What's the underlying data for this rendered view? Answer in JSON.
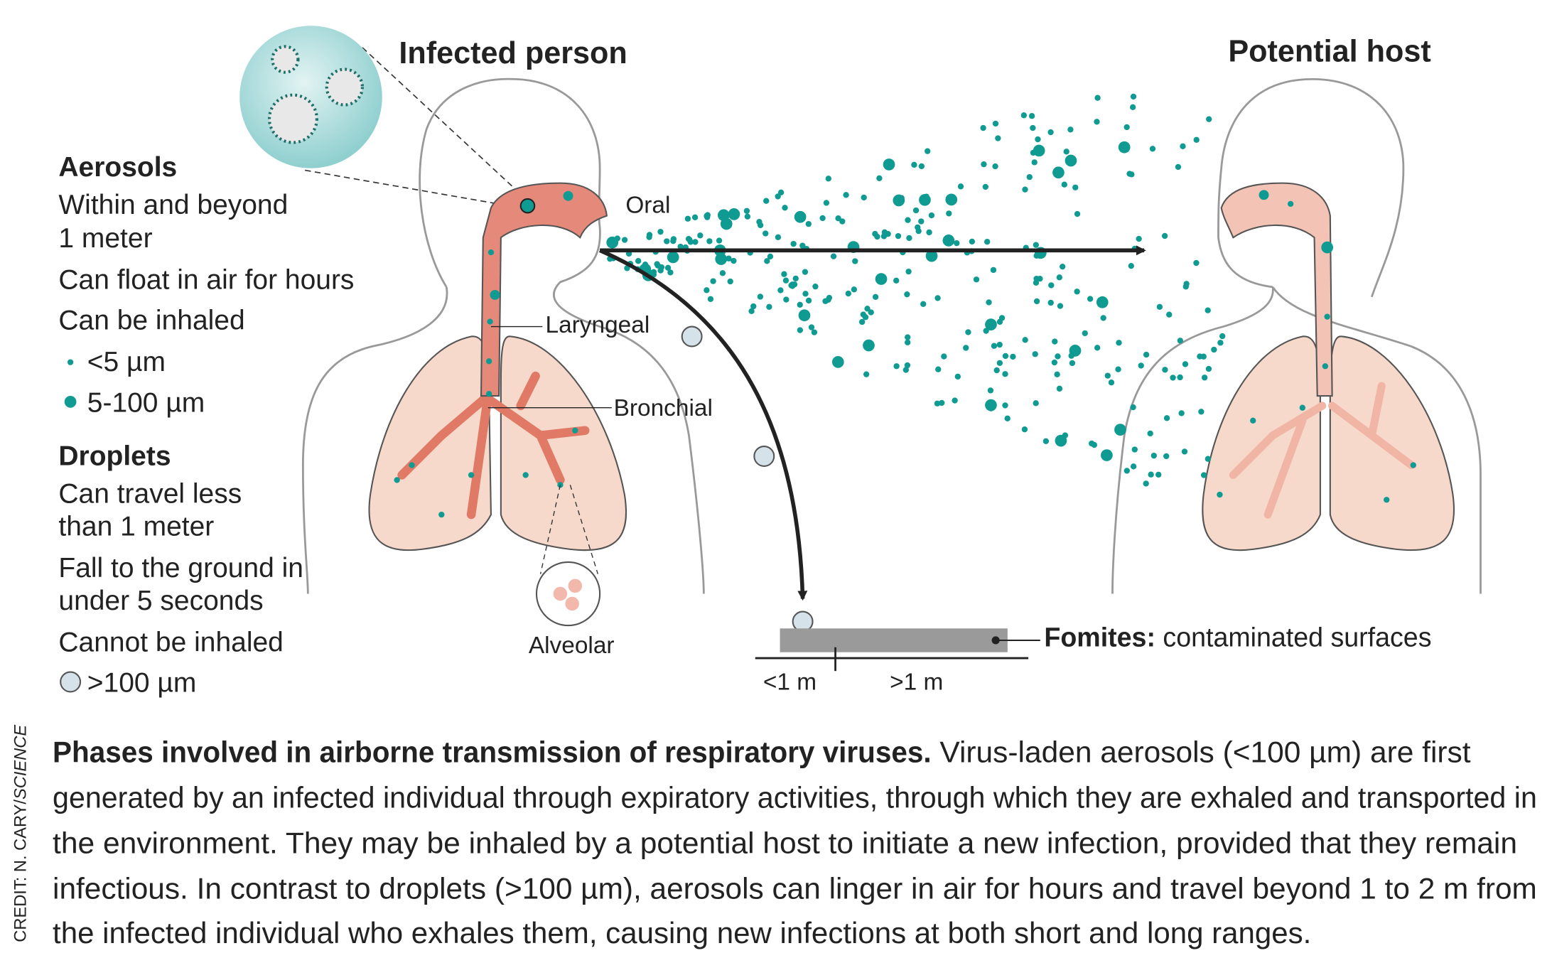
{
  "titles": {
    "infected": "Infected person",
    "host": "Potential host"
  },
  "aerosols": {
    "heading": "Aerosols",
    "lines": [
      "Within and beyond",
      "1 meter",
      "Can float in air for hours",
      "Can be inhaled"
    ],
    "sizes": [
      "<5 µm",
      "5-100 µm"
    ]
  },
  "droplets": {
    "heading": "Droplets",
    "lines": [
      "Can travel less",
      "than 1 meter",
      "Fall to the ground in",
      "under 5 seconds",
      "Cannot be inhaled"
    ],
    "size": ">100 µm"
  },
  "labels": {
    "oral": "Oral",
    "laryngeal": "Laryngeal",
    "bronchial": "Bronchial",
    "alveolar": "Alveolar"
  },
  "fomites": {
    "bold": "Fomites:",
    "text": " contaminated surfaces",
    "near": "<1 m",
    "far": ">1 m"
  },
  "credit": {
    "prefix": "CREDIT: N. CARY/",
    "source": "SCIENCE"
  },
  "caption": {
    "title": "Phases involved in airborne transmission of respiratory viruses.",
    "lines": [
      " Virus-laden aerosols (<100 µm) are first",
      "generated by an infected individual through expiratory activities, through which they are exhaled and transported in",
      "the environment. They may be inhaled by a potential host to initiate a new infection, provided that they remain",
      "infectious. In contrast to droplets (>100 µm), aerosols can linger in air for hours and travel beyond 1 to 2 m from",
      "the infected individual who exhales them, causing new infections at both short and long ranges."
    ]
  },
  "colors": {
    "aerosol": "#0f9a92",
    "droplet": "#d6e2ea",
    "airway": "#e58a7a",
    "lung": "#f7d9cc",
    "surface": "#9a9a9a",
    "bubble": "#a9dada"
  }
}
